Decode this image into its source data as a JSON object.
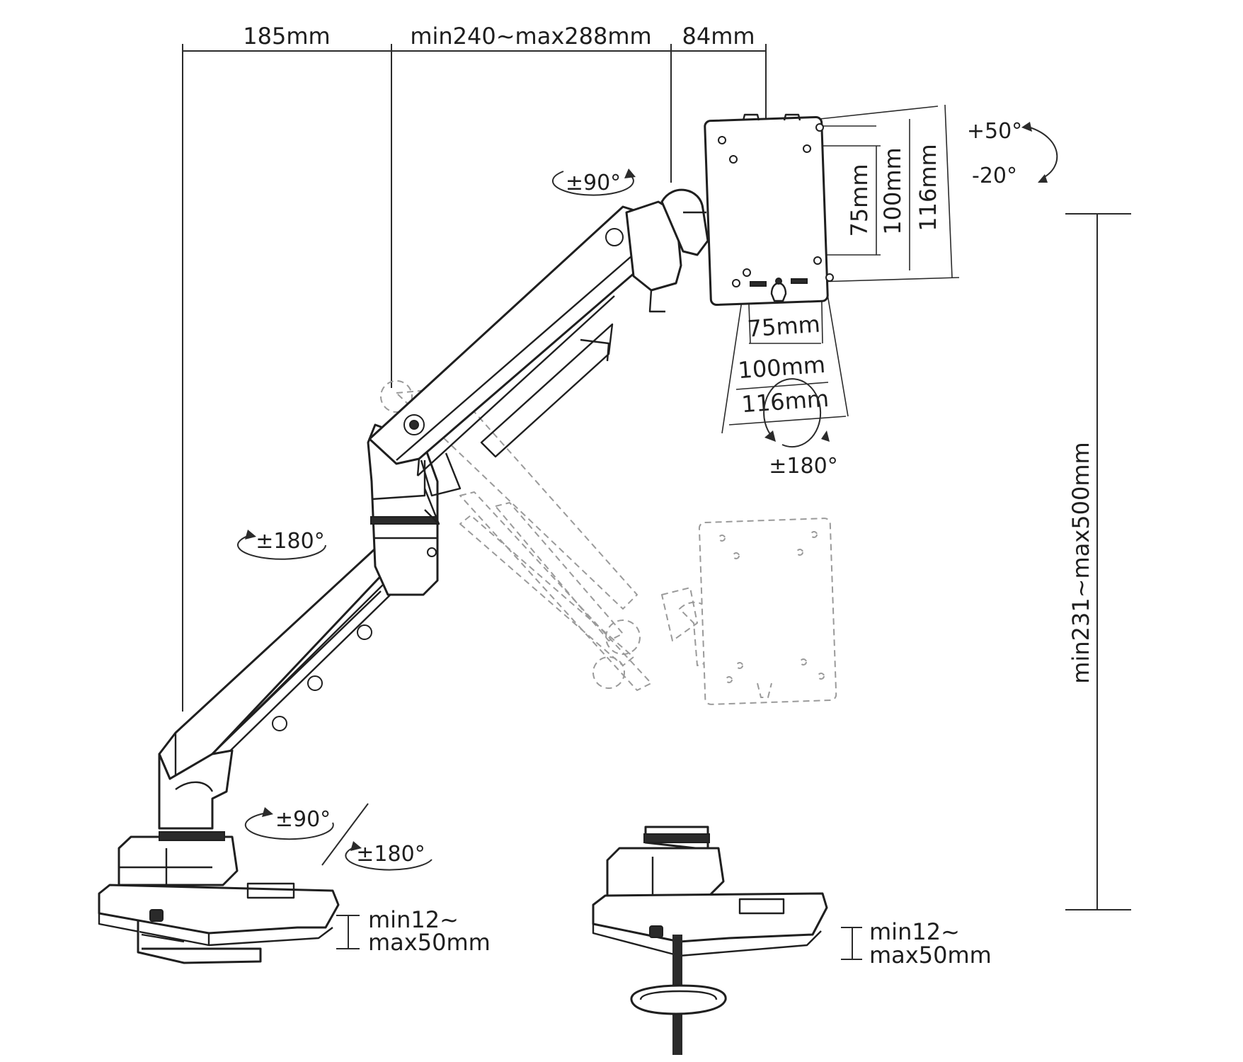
{
  "dimensions": {
    "top_left": "185mm",
    "top_middle": "min240~max288mm",
    "top_right": "84mm",
    "height_range": "min231~max500mm",
    "vesa_v_75": "75mm",
    "vesa_v_100": "100mm",
    "vesa_v_116": "116mm",
    "vesa_h_75": "75mm",
    "vesa_h_100": "100mm",
    "vesa_h_116": "116mm",
    "clamp_left_line1": "min12~",
    "clamp_left_line2": "max50mm",
    "clamp_right_line1": "min12~",
    "clamp_right_line2": "max50mm"
  },
  "rotations": {
    "tilt_up": "+50°",
    "tilt_down": "-20°",
    "head_swivel": "±90°",
    "elbow_swivel": "±180°",
    "plate_rotation": "±180°",
    "base_swivel": "±90°",
    "base_rotation": "±180°"
  }
}
